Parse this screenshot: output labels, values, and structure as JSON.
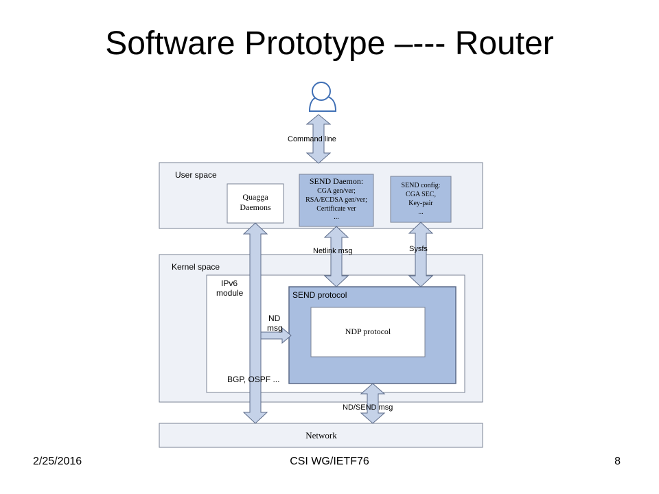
{
  "slide": {
    "title": "Software Prototype –--- Router",
    "footer_date": "2/25/2016",
    "footer_center": "CSI WG/IETF76",
    "page_number": "8"
  },
  "diagram": {
    "user_icon": "person-icon",
    "command_line_label": "Command line",
    "user_space_label": "User space",
    "quagga": [
      "Quagga",
      "Daemons"
    ],
    "send_daemon": [
      "SEND Daemon:",
      "CGA gen/ver;",
      "RSA/ECDSA gen/ver;",
      "Certificate ver",
      "..."
    ],
    "send_config": [
      "SEND config:",
      "CGA SEC,",
      "Key-pair",
      "..."
    ],
    "netlink_label": "Netlink msg",
    "sysfs_label": "Sysfs",
    "kernel_space_label": "Kernel space",
    "ipv6_module": [
      "IPv6",
      "module"
    ],
    "send_protocol_label": "SEND protocol",
    "nd_msg": [
      "ND",
      "msg"
    ],
    "ndp_protocol_label": "NDP protocol",
    "bgp_label": "BGP, OSPF ...",
    "nd_send_label": "ND/SEND msg",
    "network_label": "Network",
    "colors": {
      "box_fill": "#eef1f7",
      "box_stroke": "#7a8396",
      "blue_fill": "#a9bee0",
      "arrow_fill": "#c5d2e8"
    }
  }
}
